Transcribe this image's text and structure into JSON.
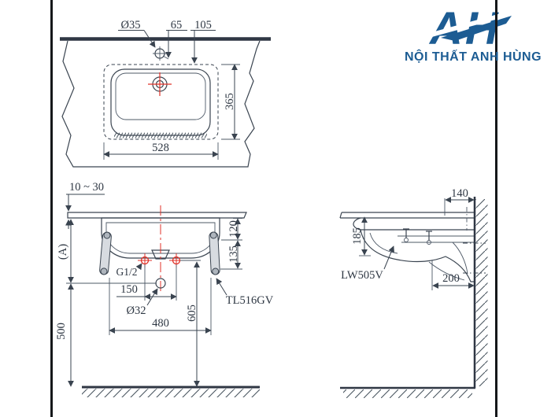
{
  "brand": {
    "name": "NỘI THẤT ANH HÙNG",
    "monogram": "AH",
    "color": "#1c5c93"
  },
  "views": {
    "top": {
      "labels": {
        "faucet_hole_dia": "Ø35",
        "faucet_offset": "65",
        "cutout_offset": "105",
        "cutout_depth": "365",
        "cutout_width": "528"
      }
    },
    "front": {
      "labels": {
        "counter_thickness": "10 ~ 30",
        "counter_height": "(A)",
        "rim_drop": "120",
        "supply_drop": "135",
        "supply_spacing": "150",
        "supply_thread": "G1/2",
        "drain_dia": "Ø32",
        "bracket_spacing": "480",
        "supply_height": "605",
        "drain_height": "500",
        "bracket_model": "TL516GV"
      }
    },
    "side": {
      "labels": {
        "wall_clearance": "140",
        "front_drop": "185",
        "trap_clearance": "200",
        "basin_model": "LW505V"
      }
    }
  },
  "colors": {
    "line": "#3a4450",
    "text": "#2e3743",
    "accent_red": "#e03228",
    "brand_blue": "#1c5c93"
  }
}
